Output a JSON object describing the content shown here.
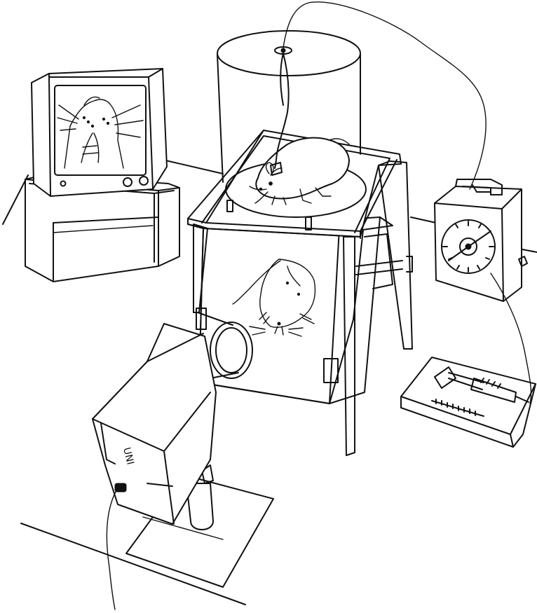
{
  "figure": {
    "ink_color": "#111111",
    "background": "#ffffff",
    "camera_panel_text": "UNI",
    "components": [
      "floor-lines",
      "video-monitor",
      "monitor-stand",
      "transparent-cylinder",
      "observation-table",
      "rat-on-platform",
      "rat-viewed-from-below",
      "mirror-box",
      "timer-box",
      "syringe-pump",
      "video-camera",
      "camera-tripod-base",
      "cables"
    ]
  }
}
